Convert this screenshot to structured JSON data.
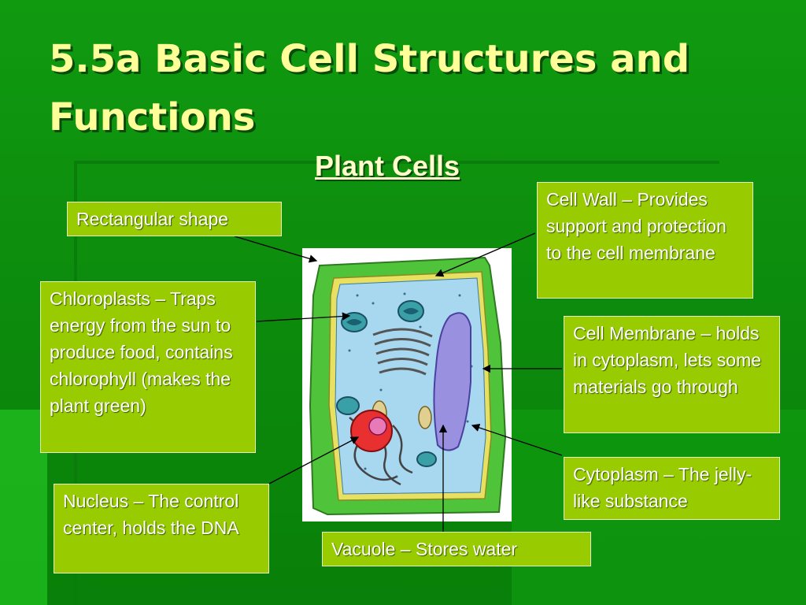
{
  "title": "5.5a Basic Cell Structures and Functions",
  "subtitle": "Plant Cells",
  "labels": {
    "rectangular": "Rectangular shape",
    "cell_wall": "Cell Wall – Provides support and protection to the cell membrane",
    "chloroplasts": "Chloroplasts – Traps energy from the sun to produce food, contains chlorophyll (makes the plant green)",
    "cell_membrane": "Cell Membrane – holds in cytoplasm, lets some materials go through",
    "cytoplasm": "Cytoplasm – The jelly-like substance",
    "nucleus": "Nucleus – The control center, holds the DNA",
    "vacuole": "Vacuole – Stores water"
  },
  "colors": {
    "background": "#109a10",
    "title_text": "#ffff99",
    "label_box": "#99cc00",
    "label_text": "#ffffff",
    "cell_wall": "#4fc43b",
    "cytoplasm": "#a8d8f0",
    "vacuole": "#9a90e0",
    "nucleus": "#e83030",
    "chloroplast": "#3aa0a8"
  }
}
